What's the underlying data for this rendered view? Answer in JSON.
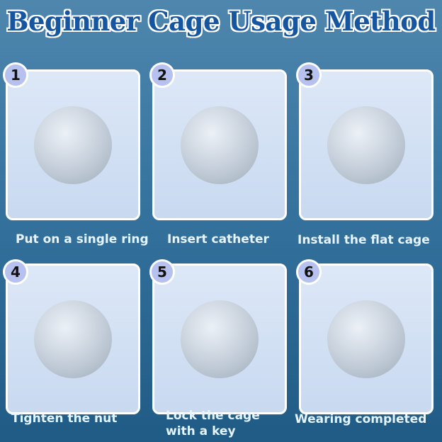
{
  "title": "Beginner Cage Usage Method",
  "steps": [
    {
      "number": "1",
      "caption": "Put on a single ring"
    },
    {
      "number": "2",
      "caption": "Insert catheter"
    },
    {
      "number": "3",
      "caption": "Install the flat cage"
    },
    {
      "number": "4",
      "caption": "Tighten the nut"
    },
    {
      "number": "5",
      "caption": "Lock the cage with a key"
    },
    {
      "number": "6",
      "caption": "Wearing completed"
    }
  ],
  "colors": {
    "title": "#1656a0",
    "badge": "#b7c1ef",
    "caption": "#e6f4ff"
  }
}
